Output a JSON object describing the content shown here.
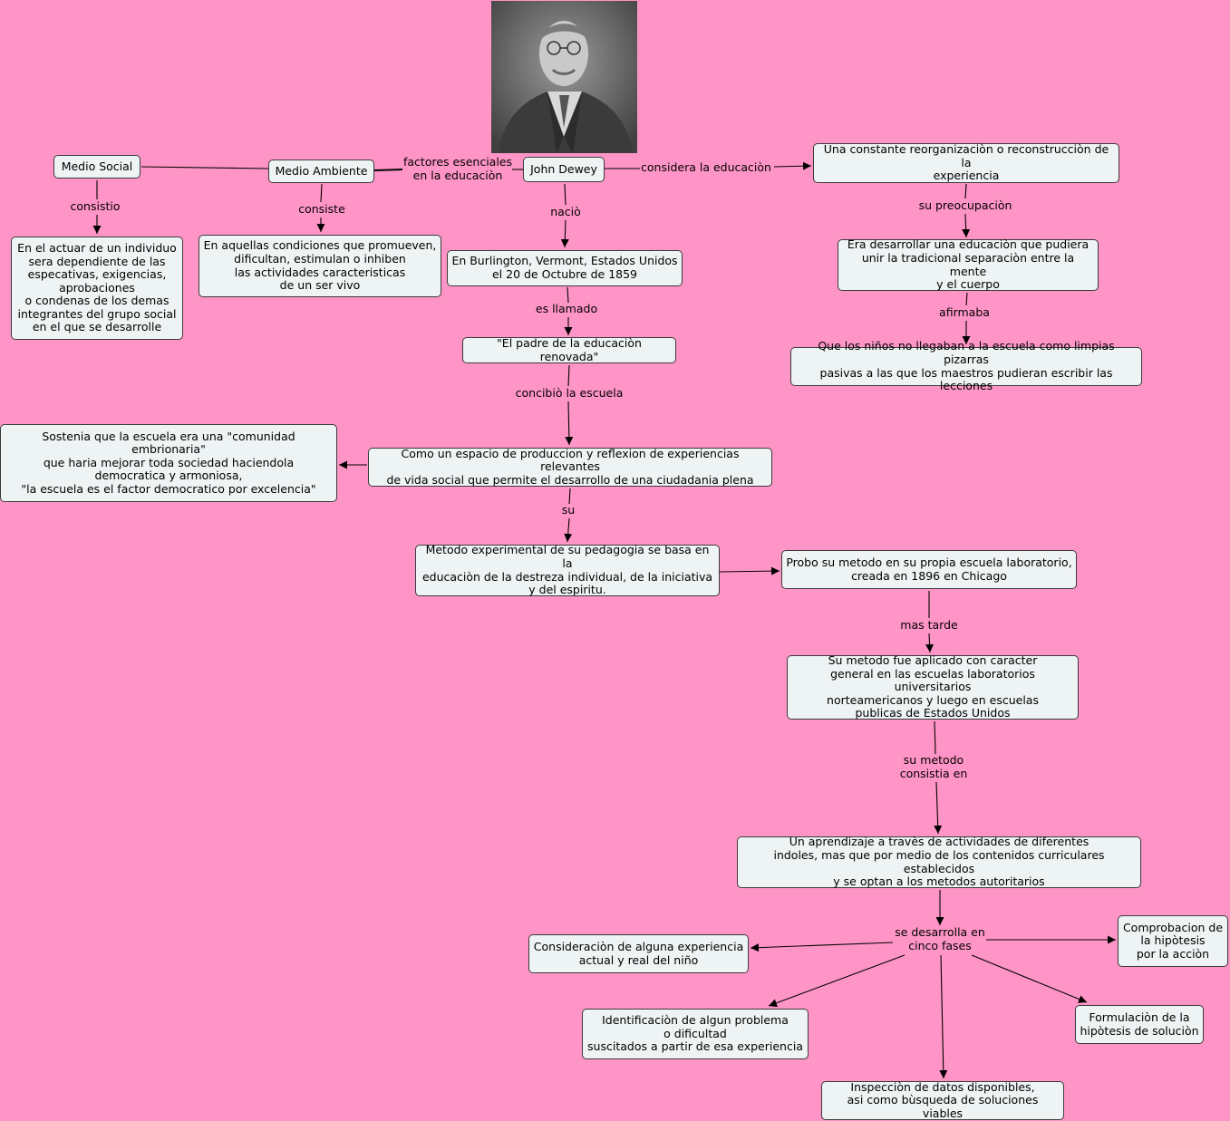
{
  "nodes": {
    "john_dewey": "John Dewey",
    "medio_social": "Medio Social",
    "medio_ambiente": "Medio Ambiente",
    "constante": "Una constante reorganizaciòn o reconstrucciòn de la\nexperiencia",
    "medio_social_def": "En el actuar de un individuo\n sera dependiente de las\nespecativas, exigencias,\naprobaciones\n o condenas de los demas\nintegrantes del grupo social\nen el que se desarrolle",
    "medio_ambiente_def": "En aquellas condiciones que promueven,\ndificultan, estimulan o inhiben\nlas actividades caracteristicas\nde un ser vivo",
    "burlington": "En Burlington, Vermont, Estados Unidos\nel 20 de Octubre de 1859",
    "era_desarrollar": "Era desarrollar una educaciòn que pudiera\nunir la tradicional separaciòn entre la mente\ny el cuerpo",
    "padre": "\"El padre de la educaciòn renovada\"",
    "ninos": "Que los niños no llegaban a la escuela como limpias pizarras\npasivas a las que los maestros pudieran escribir las lecciones",
    "sostenia": "Sostenia que la escuela era una \"comunidad embrionaria\"\nque haria mejorar toda sociedad haciendola\ndemocratica y armoniosa,\n\"la escuela es el factor democratico por excelencia\"",
    "espacio": "Como un espacio de produccion y reflexion de experiencias relevantes\nde vida social que permite el desarrollo de una ciudadania plena",
    "metodo": "Metodo experimental de su pedagogia se basa en la\neducaciòn de la destreza individual, de la iniciativa\ny del espiritu.",
    "probo": "Probo su metodo  en su propia escuela laboratorio,\ncreada en 1896 en Chicago",
    "aplicado": "Su metodo fue aplicado con caracter\ngeneral en las escuelas laboratorios universitarios\nnorteamericanos y luego en escuelas\npublicas de Estados Unidos",
    "aprendizaje": "Un aprendizaje a travès de actividades de diferentes\nindoles, mas que por medio de los contenidos curriculares establecidos\ny se optan a los metodos autoritarios",
    "consideracion": "Consideraciòn de alguna experiencia\nactual y real del niño",
    "comprobacion": "Comprobacion de\nla hipòtesis\npor la acciòn",
    "identificacion": "Identificaciòn de algun problema\no dificultad\nsuscitados a partir de esa experiencia",
    "formulacion": "Formulaciòn de la\nhipòtesis de soluciòn",
    "inspeccion": "Inspecciòn de datos disponibles,\nasi como bùsqueda de soluciones viables"
  },
  "labels": {
    "factores": "factores esenciales\nen la educaciòn",
    "considera": "considera la educaciòn",
    "consistio": "consistio",
    "consiste": "consiste",
    "nacio": "naciò",
    "preocupacion": "su preocupaciòn",
    "llamado": "es llamado",
    "afirmaba": "afirmaba",
    "concibio": "concibiò la escuela",
    "su": "su",
    "mas_tarde": "mas tarde",
    "metodo_consistia": "su metodo\nconsistia en",
    "fases": "se desarrolla en\ncinco fases"
  },
  "photo_subject": "john-dewey-portrait",
  "colors": {
    "background": "#ff95c6",
    "node_fill": "#eef3f4",
    "node_border": "#3a3a3a"
  }
}
